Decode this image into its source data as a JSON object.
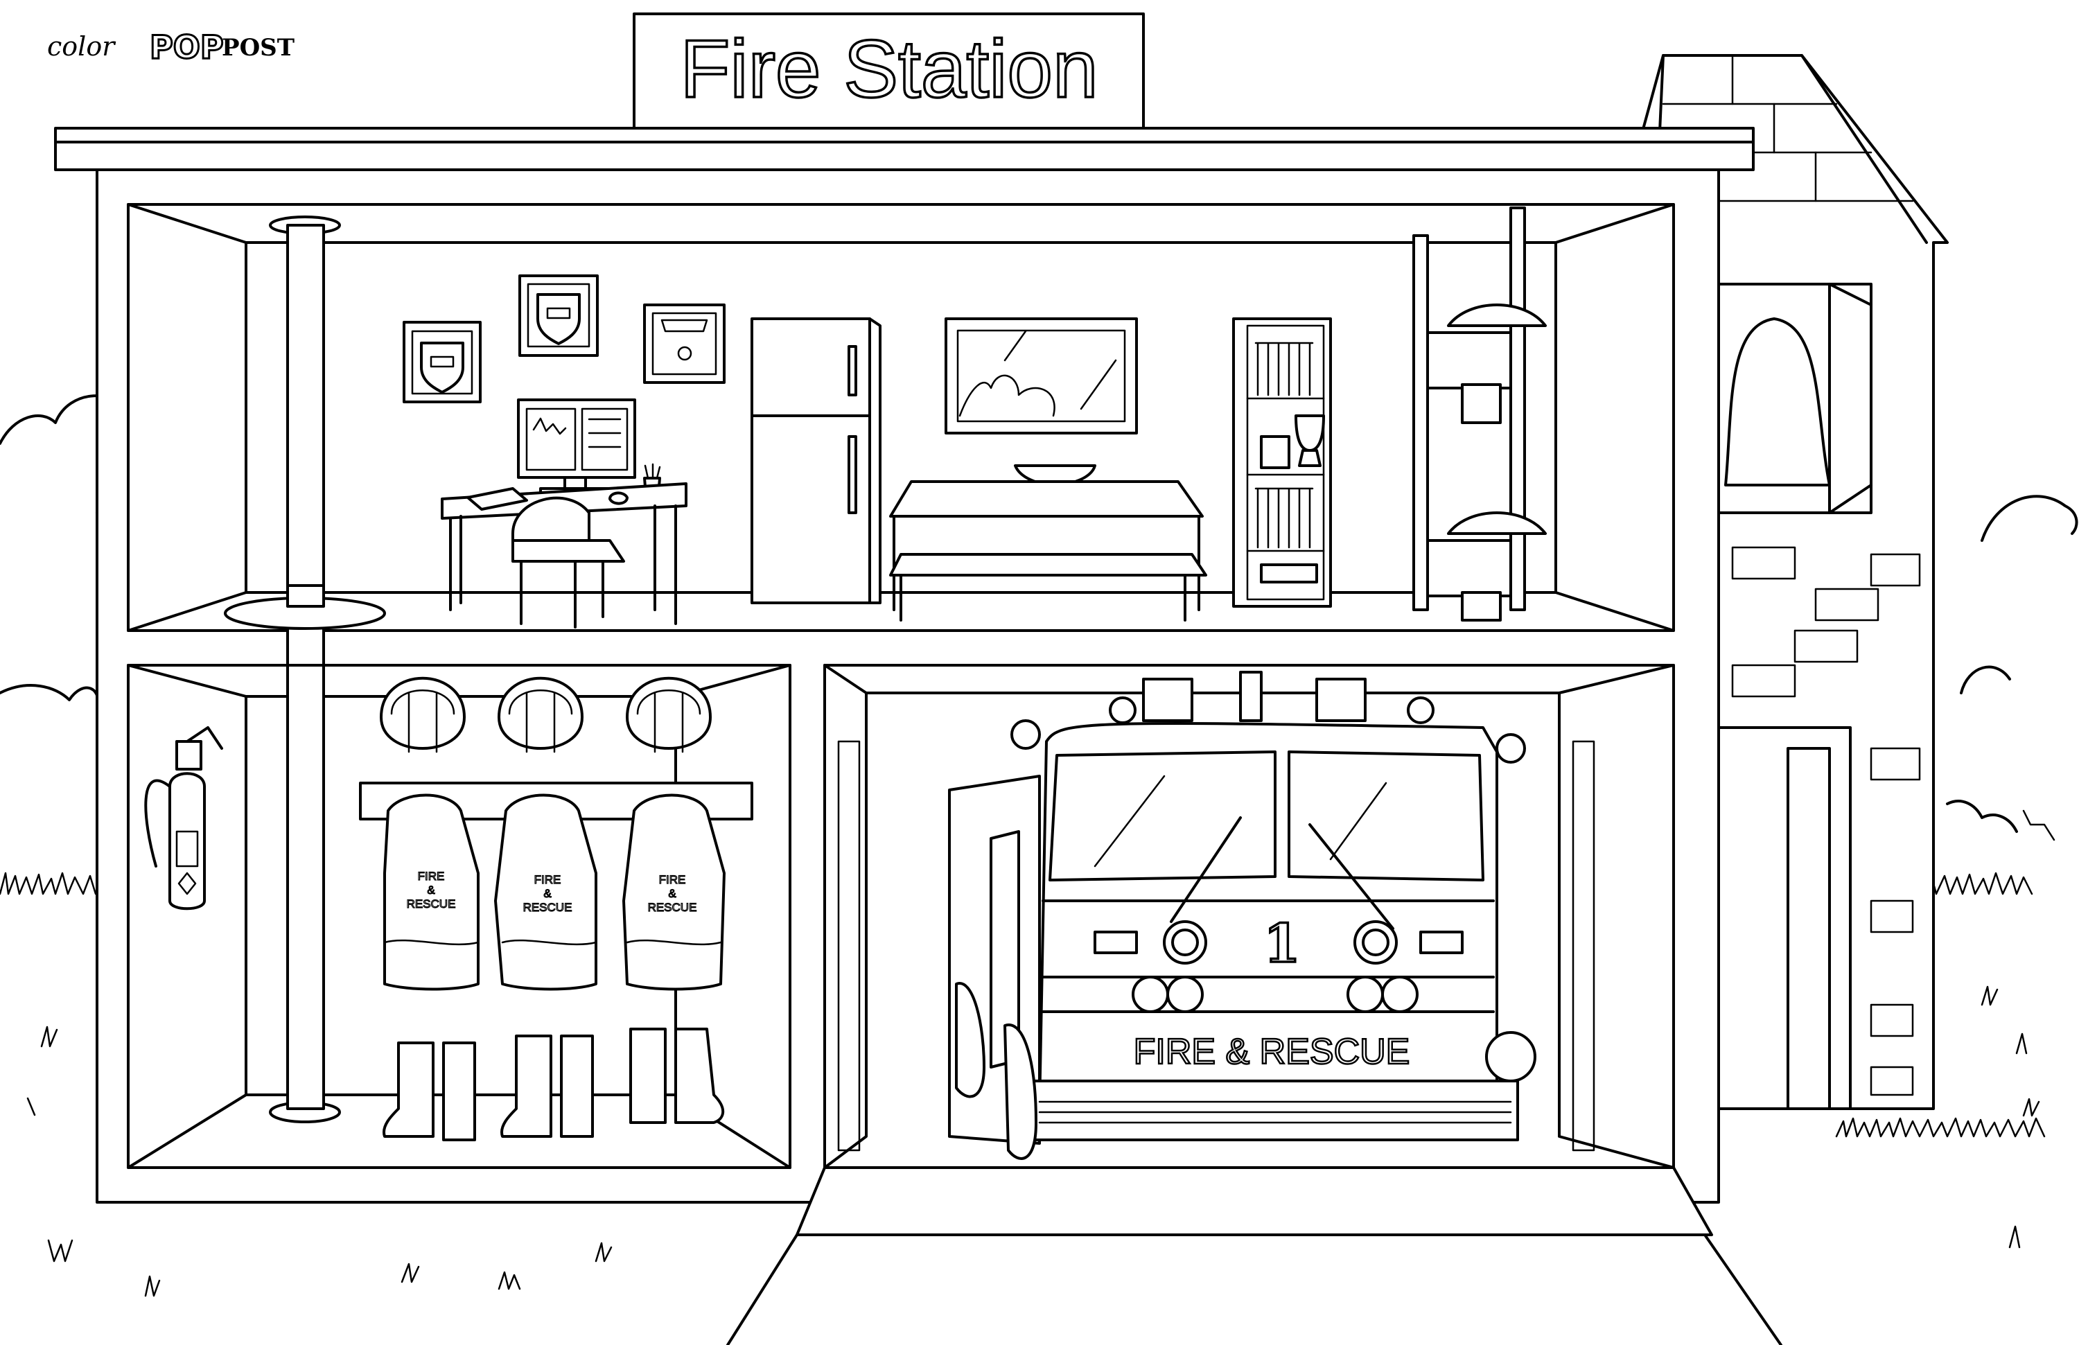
{
  "brand": {
    "part1": "color",
    "part2": "POP",
    "part3": "POST"
  },
  "sign": {
    "title": "Fire Station"
  },
  "truck": {
    "number": "1",
    "label": "FIRE & RESCUE"
  },
  "gear": {
    "line1": "FIRE",
    "line2": "&",
    "line3": "RESCUE"
  }
}
